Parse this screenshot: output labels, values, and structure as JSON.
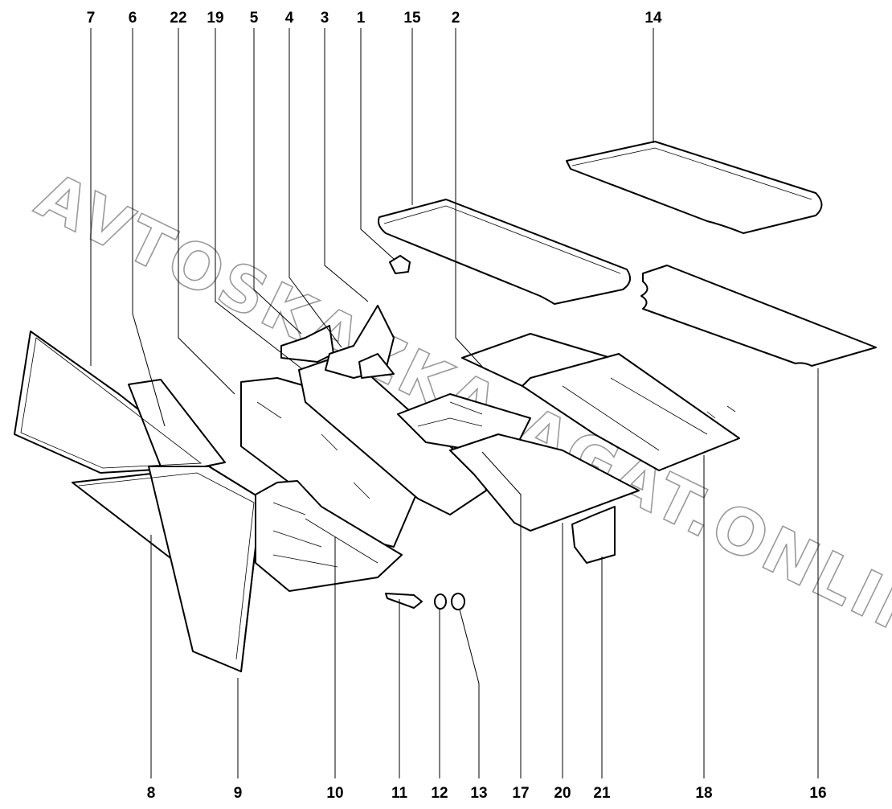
{
  "diagram": {
    "watermark": "AVTOSKAZKA.AGAT.ONLINE",
    "callouts_top": [
      "7",
      "6",
      "22",
      "19",
      "5",
      "4",
      "3",
      "1",
      "15",
      "2",
      "14"
    ],
    "callouts_bottom": [
      "8",
      "9",
      "10",
      "11",
      "12",
      "13",
      "17",
      "20",
      "21",
      "18",
      "16"
    ]
  }
}
